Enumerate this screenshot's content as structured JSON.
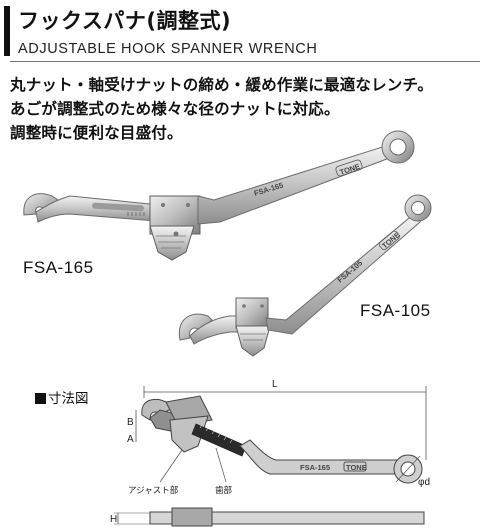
{
  "header": {
    "title": "フックスパナ(調整式)",
    "subtitle": "ADJUSTABLE HOOK SPANNER WRENCH"
  },
  "description": [
    "丸ナット・軸受けナットの締め・緩め作業に最適なレンチ。",
    "あごが調整式のため様々な径のナットに対応。",
    "調整時に便利な目盛付。"
  ],
  "products": [
    {
      "model": "FSA-165",
      "engraving": "FSA-165",
      "brand": "TONE"
    },
    {
      "model": "FSA-105",
      "engraving": "FSA-105",
      "brand": "TONE"
    }
  ],
  "dimensions": {
    "heading": "寸法図",
    "labels": {
      "L": "L",
      "B": "B",
      "A": "A",
      "d": "φd",
      "H": "H"
    },
    "parts": {
      "adjust": "アジャスト部",
      "teeth": "歯部"
    },
    "engraving": "FSA-165",
    "brand": "TONE"
  }
}
